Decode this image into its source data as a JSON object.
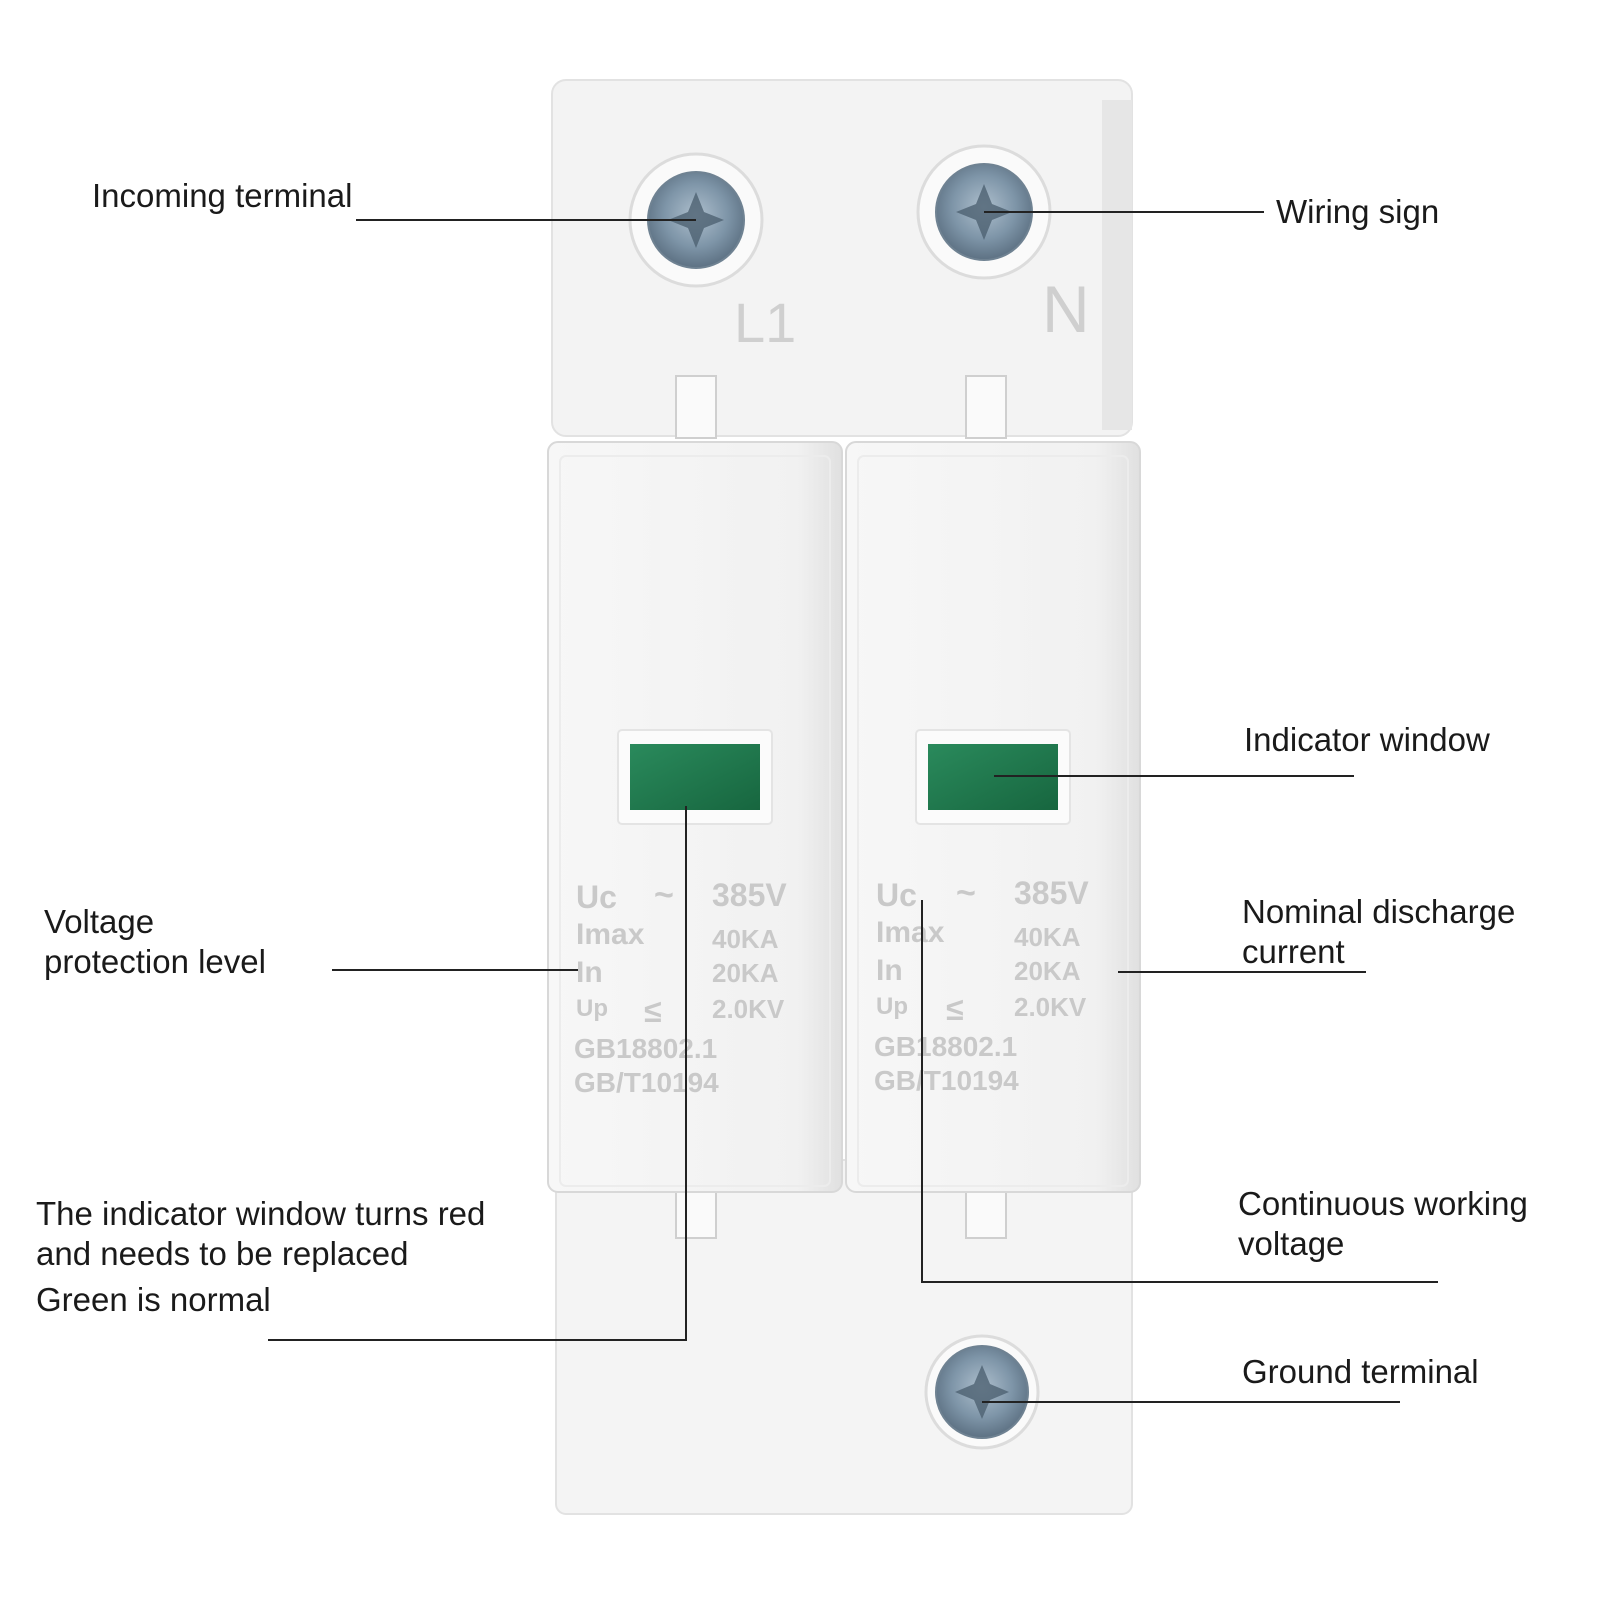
{
  "callouts": {
    "incoming_terminal": "Incoming terminal",
    "wiring_sign": "Wiring sign",
    "indicator_window": "Indicator window",
    "voltage_protection": [
      "Voltage",
      "protection level"
    ],
    "nominal_discharge": [
      "Nominal discharge",
      "current"
    ],
    "indicator_note": [
      "The indicator window turns red",
      "and needs to be replaced",
      "Green is normal"
    ],
    "continuous_voltage": [
      "Continuous working",
      "voltage"
    ],
    "ground_terminal": "Ground terminal"
  },
  "device": {
    "terminal_labels": [
      "L1",
      "N"
    ],
    "specs": {
      "uc_label": "Uc",
      "uc_symbol": "~",
      "uc_value": "385V",
      "imax_label": "Imax",
      "imax_value": "40KA",
      "in_label": "In",
      "in_value": "20KA",
      "up_label": "Up",
      "up_symbol": "≤",
      "up_value": "2.0KV",
      "standard_1": "GB18802.1",
      "standard_2": "GB/T10194"
    },
    "colors": {
      "body": "#f2f2f2",
      "indicator_green": "#1e7a4e",
      "screw": "#8da2b3",
      "leader_line": "#222222"
    }
  }
}
